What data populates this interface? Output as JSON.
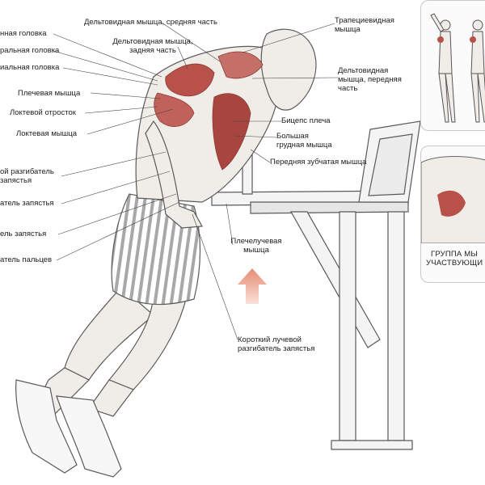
{
  "labels": {
    "deltoid_middle": "Дельтовидная мышца, средняя часть",
    "triceps_long_head": "нная головка",
    "triceps_lateral_head": "ральная головка",
    "triceps_medial_head": "иальная головка",
    "deltoid_rear": "Дельтовидная мышца, задняя часть",
    "trapezius": "Трапециевидная мышца",
    "deltoid_front": "Дельтовидная мышца, передняя часть",
    "brachialis": "Плечевая мышца",
    "olecranon": "Локтевой отросток",
    "biceps": "Бицепс плеча",
    "anconeus": "Локтевая мышца",
    "pectoralis_major": "Большая грудная мышца",
    "serratus_anterior": "Передняя зубчатая мышца",
    "ext_carpi_radialis_longus": "ой разгибатель запястья",
    "ext_carpi_ulnaris": "атель запястья",
    "flexor_carpi": "ель запястья",
    "ext_digitorum": "атель пальцев",
    "brachioradialis": "Плечелучевая мышца",
    "ext_carpi_radialis_brevis": "Короткий лучевой разгибатель запястья"
  },
  "panel_caption": "ГРУППА МЫ УЧАСТВУЮЩИ",
  "colors": {
    "muscle": "#b8514a",
    "muscle_dark": "#8f3a36",
    "skin": "#f0ede8",
    "outline": "#5a5a5a",
    "arrow": "#e58a73",
    "stripe": "#a8a8a8"
  }
}
